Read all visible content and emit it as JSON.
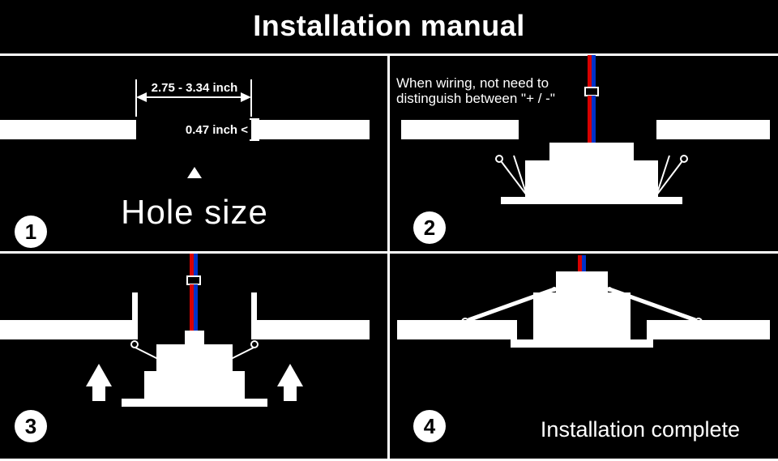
{
  "title": "Installation manual",
  "colors": {
    "bg": "#000000",
    "fg": "#ffffff",
    "wire_red": "#d80000",
    "wire_blue": "#0032c8"
  },
  "panel1": {
    "number": "1",
    "width_label": "2.75 - 3.34 inch",
    "thickness_label": "0.47 inch <",
    "caption": "Hole size"
  },
  "panel2": {
    "number": "2",
    "note_line1": "When wiring, not need to",
    "note_line2": "distinguish between \"+ / -\""
  },
  "panel3": {
    "number": "3"
  },
  "panel4": {
    "number": "4",
    "caption": "Installation complete"
  }
}
